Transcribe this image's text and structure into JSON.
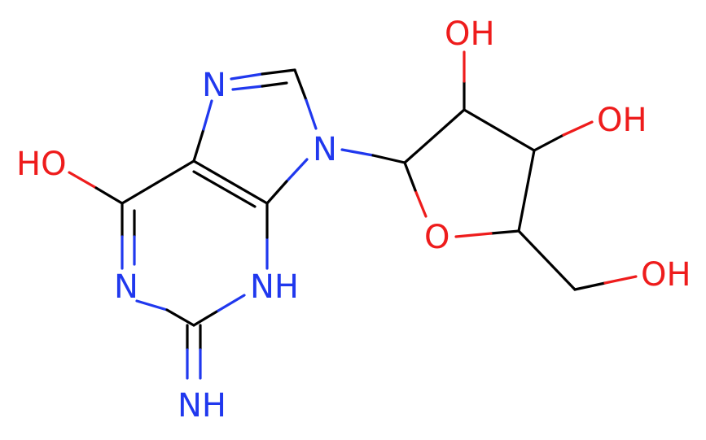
{
  "colors": {
    "carbon_bond": "#000000",
    "nitrogen": "#2038ee",
    "oxygen": "#ee1c1c",
    "background": "#ffffff"
  },
  "atoms": {
    "oh_hydroxyl_c6": "HO",
    "n1": "N",
    "imine_nh": "NH",
    "n3h": "NH",
    "n7": "N",
    "n9": "N",
    "ring_o": "O",
    "oh_2prime": "OH",
    "oh_3prime": "OH",
    "oh_5prime": "OH"
  }
}
